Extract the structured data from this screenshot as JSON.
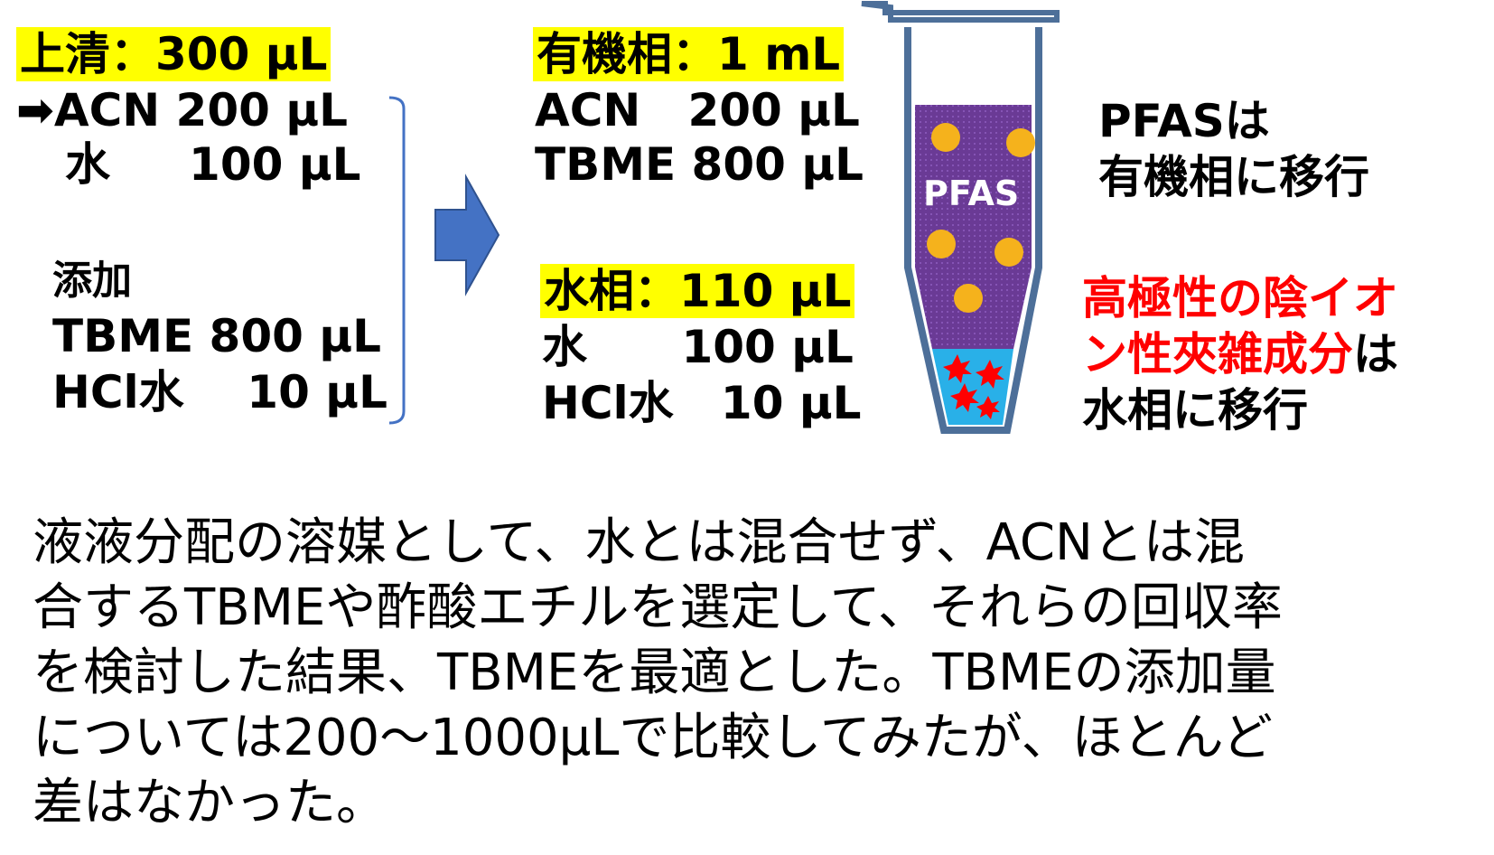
{
  "left": {
    "supernatant_label": "上清：300 μL",
    "arrow_glyph": "➡",
    "acn_line": "ACN 200 μL",
    "water_line": "水     100 μL",
    "add_label": "添加",
    "tbme_line": "TBME 800 μL",
    "hcl_line": "HCl水    10 μL"
  },
  "middle": {
    "organic_label": "有機相：1 mL",
    "organic_acn": "ACN   200 μL",
    "organic_tbme": "TBME 800 μL",
    "aqueous_label": "水相：110 μL",
    "aqueous_water": "水      100 μL",
    "aqueous_hcl": "HCl水   10 μL"
  },
  "tube": {
    "label": "PFAS",
    "organic_color": "#6a3a95",
    "aqueous_color": "#29b0e8",
    "pfas_dot_color": "#f5b21c",
    "interferent_color": "#ff0000",
    "outline_color": "#4d6f99"
  },
  "right": {
    "pfas_line1": "PFASは",
    "pfas_line2": "有機相に移行",
    "polar_line1": "高極性の陰イオ",
    "polar_line2_red": "ン性夾雑成分",
    "polar_line2_black": "は",
    "polar_line3": "水相に移行"
  },
  "paragraph": {
    "line1": "液液分配の溶媒として、水とは混合せず、ACNとは混",
    "line2": "合するTBMEや酢酸エチルを選定して、それらの回収率",
    "line3": "を検討した結果、TBMEを最適とした。TBMEの添加量",
    "line4": "については200〜1000μLで比較してみたが、ほとんど",
    "line5": "差はなかった。"
  },
  "colors": {
    "highlight": "#ffff00",
    "arrow_fill": "#4472c4",
    "bracket": "#4472c4",
    "emphasis_red": "#ff0000"
  }
}
